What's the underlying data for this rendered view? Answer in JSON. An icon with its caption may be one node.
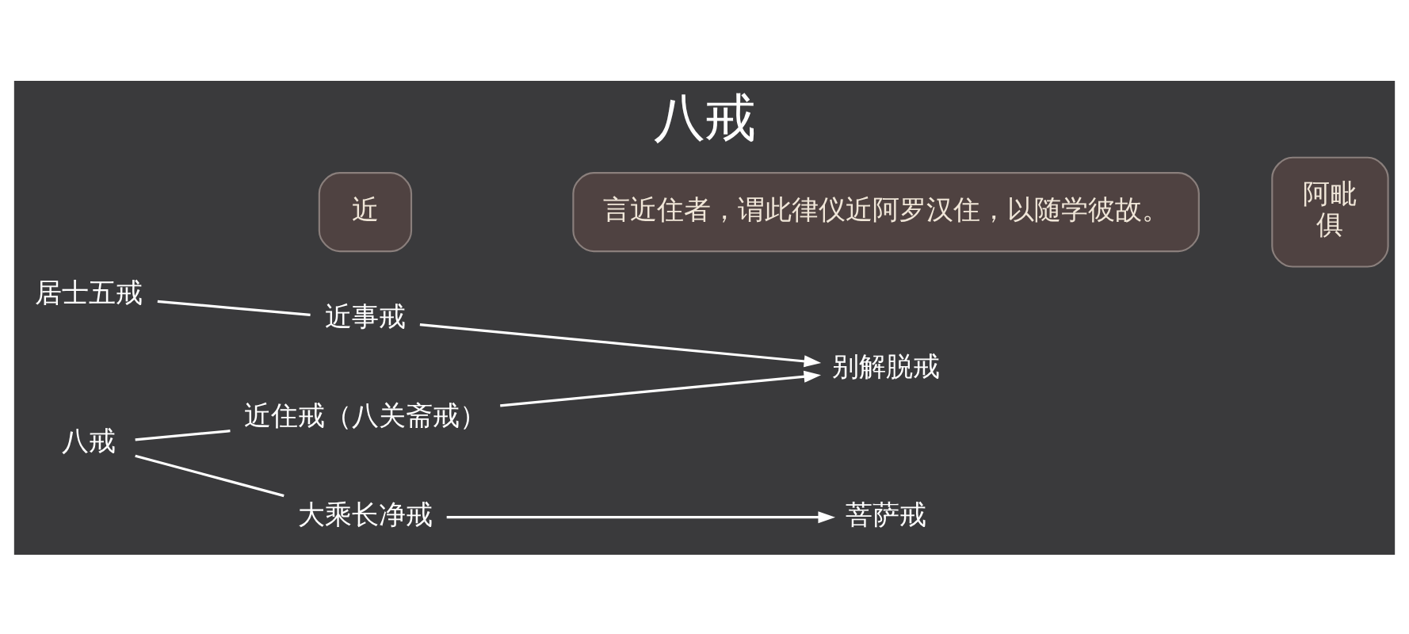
{
  "diagram": {
    "title": "八戒",
    "nodes": [
      {
        "text": [
          "居士五戒"
        ]
      },
      {
        "text": [
          "近事戒"
        ]
      },
      {
        "text": [
          "别解脱戒"
        ]
      },
      {
        "text": [
          "八戒"
        ]
      },
      {
        "text": [
          "近住戒（八关斋戒）"
        ]
      },
      {
        "text": [
          "大乘长净戒"
        ]
      },
      {
        "text": [
          "菩萨戒"
        ]
      },
      {
        "text": [
          "近"
        ]
      },
      {
        "text": [
          "言近住者，谓此律仪近阿罗汉住，以随学彼故。"
        ]
      },
      {
        "text": [
          "阿毗",
          "俱"
        ]
      }
    ],
    "edges": [
      {
        "from": 0,
        "to": 1,
        "arrow": "none"
      },
      {
        "from": 1,
        "to": 2,
        "arrow": "to"
      },
      {
        "from": 4,
        "to": 2,
        "arrow": "to"
      },
      {
        "from": 3,
        "to": 4,
        "arrow": "none"
      },
      {
        "from": 3,
        "to": 5,
        "arrow": "none"
      },
      {
        "from": 5,
        "to": 6,
        "arrow": "to"
      }
    ]
  }
}
